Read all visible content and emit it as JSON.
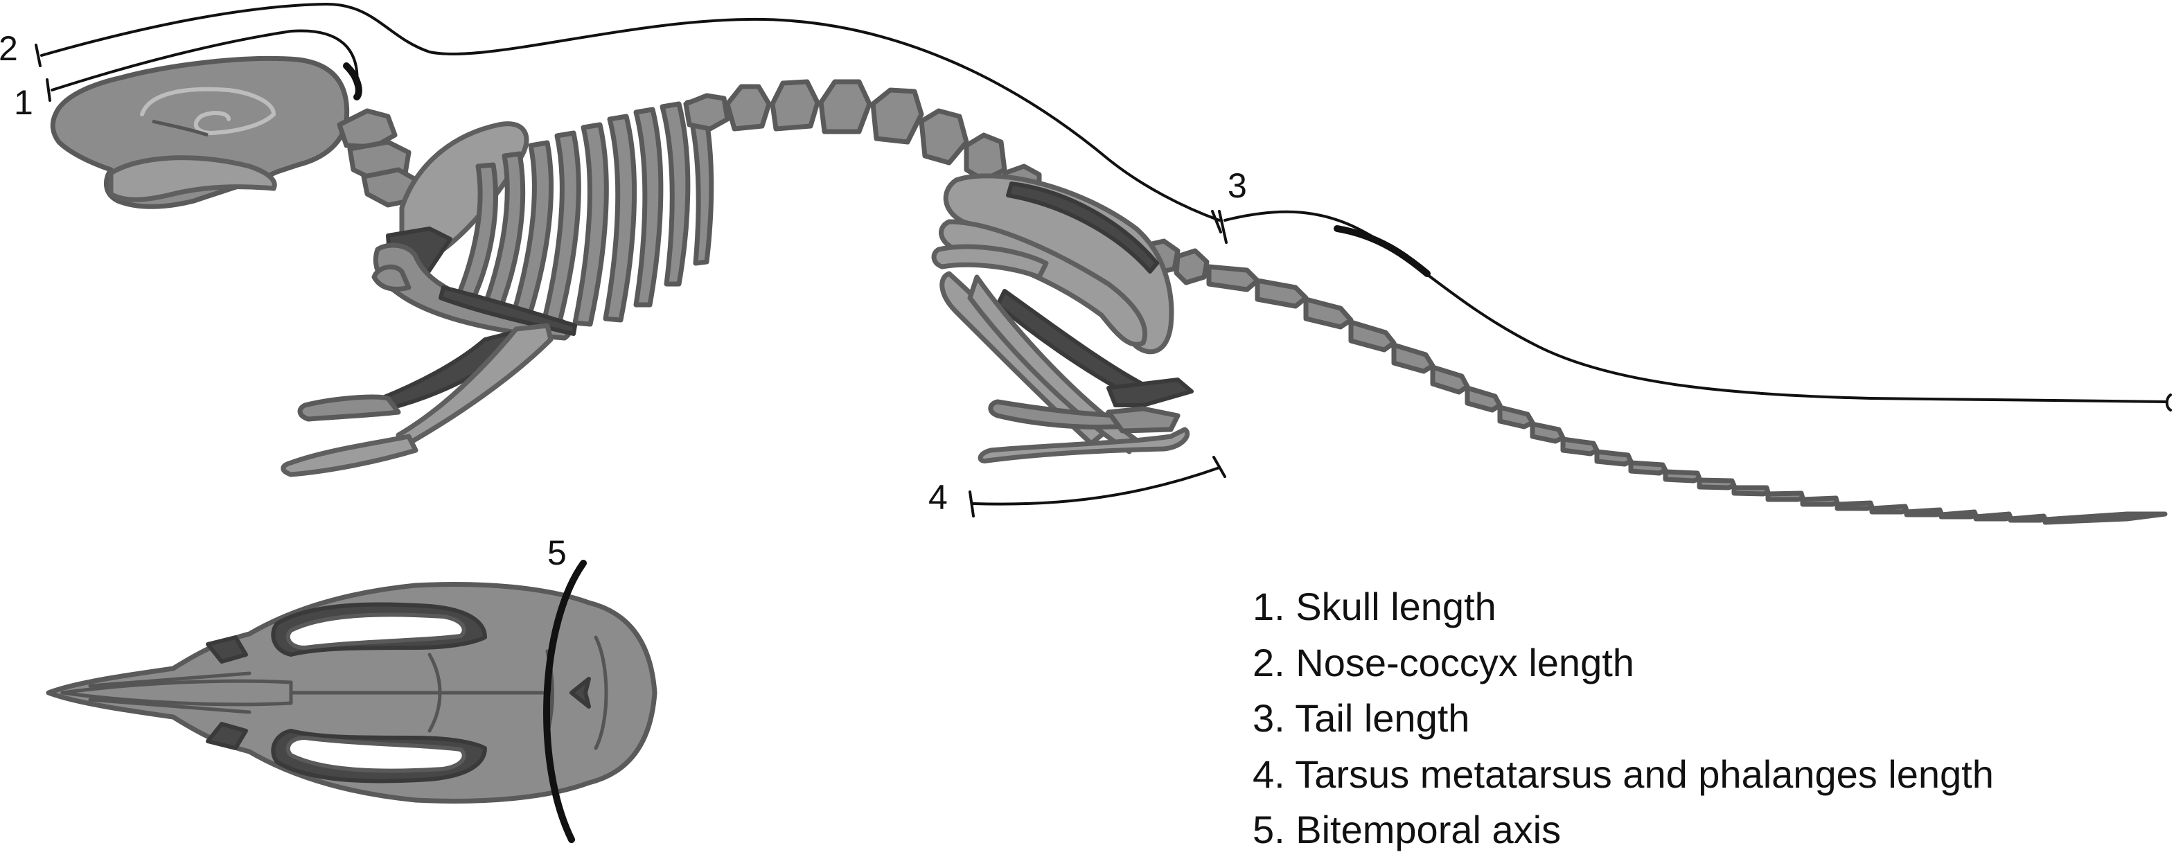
{
  "markers": {
    "skull_length": "1",
    "nose_coccyx_length": "2",
    "tail_length": "3",
    "hindfoot_length": "4",
    "bitemporal_axis": "5"
  },
  "legend": [
    {
      "label": "1. Skull length"
    },
    {
      "label": "2. Nose-coccyx length"
    },
    {
      "label": "3. Tail length"
    },
    {
      "label": "4. Tarsus metatarsus and phalanges length"
    },
    {
      "label": "5. Bitemporal axis"
    }
  ],
  "colors": {
    "bone": "#8c8c8c",
    "bone_light": "#9c9c9c",
    "bone_dark": "#474747",
    "outline": "#5a5a5a",
    "measure_line": "#111111",
    "background": "#ffffff"
  }
}
